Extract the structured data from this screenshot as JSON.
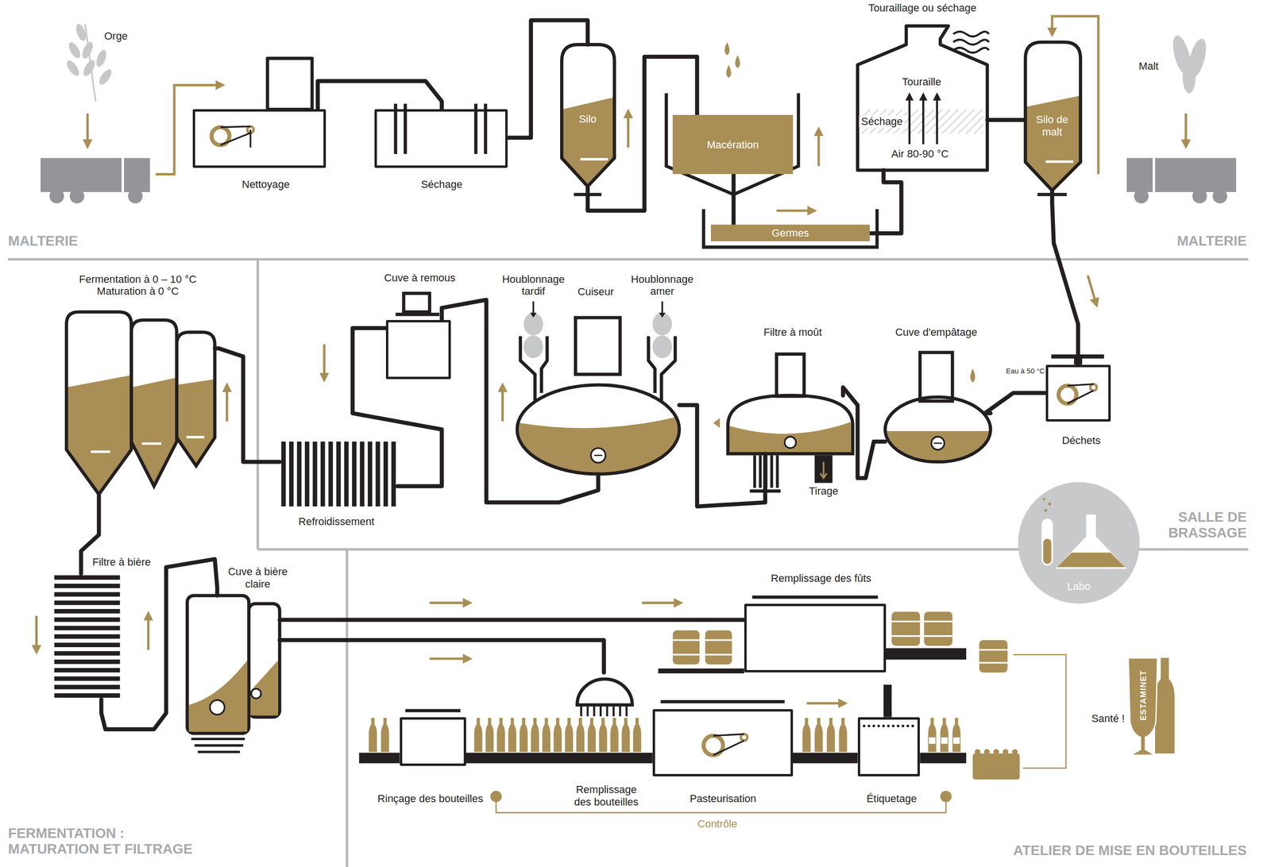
{
  "diagram": {
    "nodes": [
      {
        "text": [
          "Nettoyage"
        ]
      },
      {
        "text": [
          "Séchage"
        ]
      },
      {
        "text": [
          "Silo"
        ]
      },
      {
        "text": [
          "Macération"
        ]
      },
      {
        "text": [
          "Germes"
        ]
      },
      {
        "text": [
          "Touraillage ou séchage",
          "Touraille",
          "Séchage",
          "Air 80-90 °C"
        ]
      },
      {
        "text": [
          "Silo de malt"
        ]
      },
      {
        "text": [
          "Déchets"
        ]
      },
      {
        "text": [
          "Cuve d'empâtage"
        ]
      },
      {
        "text": [
          "Filtre à moût"
        ]
      },
      {
        "text": [
          "Cuiseur"
        ]
      },
      {
        "text": [
          "Cuve à remous"
        ]
      },
      {
        "text": [
          "Refroidissement"
        ]
      },
      {
        "text": [
          "Fermentation à 0 – 10 °C Maturation à 0 °C"
        ]
      },
      {
        "text": [
          "Filtre à bière"
        ]
      },
      {
        "text": [
          "Cuve à bière claire"
        ]
      },
      {
        "text": [
          "Remplissage des fûts"
        ]
      },
      {
        "text": [
          "Rinçage des bouteilles"
        ]
      },
      {
        "text": [
          "Remplissage des bouteilles"
        ]
      },
      {
        "text": [
          "Pasteurisation"
        ]
      },
      {
        "text": [
          "Étiquetage"
        ]
      },
      {
        "text": [
          "Labo"
        ]
      }
    ],
    "edges": [
      {
        "from": 0,
        "to": 1,
        "arrow": "none"
      },
      {
        "from": 1,
        "to": 2,
        "arrow": "none"
      },
      {
        "from": 2,
        "to": 3,
        "arrow": "none"
      },
      {
        "from": 3,
        "to": 4,
        "arrow": "none"
      },
      {
        "from": 4,
        "to": 5,
        "arrow": "none"
      },
      {
        "from": 5,
        "to": 6,
        "arrow": "none"
      },
      {
        "from": 6,
        "to": 7,
        "arrow": "none"
      },
      {
        "from": 7,
        "to": 8,
        "arrow": "none"
      },
      {
        "from": 8,
        "to": 9,
        "arrow": "none"
      },
      {
        "from": 9,
        "to": 10,
        "arrow": "none"
      },
      {
        "from": 10,
        "to": 11,
        "arrow": "none"
      },
      {
        "from": 11,
        "to": 12,
        "arrow": "none"
      },
      {
        "from": 12,
        "to": 13,
        "arrow": "none"
      },
      {
        "from": 13,
        "to": 14,
        "arrow": "none"
      },
      {
        "from": 14,
        "to": 15,
        "arrow": "none"
      },
      {
        "from": 15,
        "to": 16,
        "arrow": "none"
      },
      {
        "from": 15,
        "to": 18,
        "arrow": "none"
      }
    ],
    "labels": [
      "Orge",
      "Malt",
      "MALTERIE",
      "MALTERIE",
      "SALLE DE BRASSAGE",
      "FERMENTATION : MATURATION ET FILTRAGE",
      "ATELIER DE MISE EN BOUTEILLES",
      "Houblonnage tardif",
      "Houblonnage amer",
      "Eau à 50 °C",
      "Tirage",
      "Santé !",
      "Contrôle",
      "ESTAMINET"
    ]
  }
}
